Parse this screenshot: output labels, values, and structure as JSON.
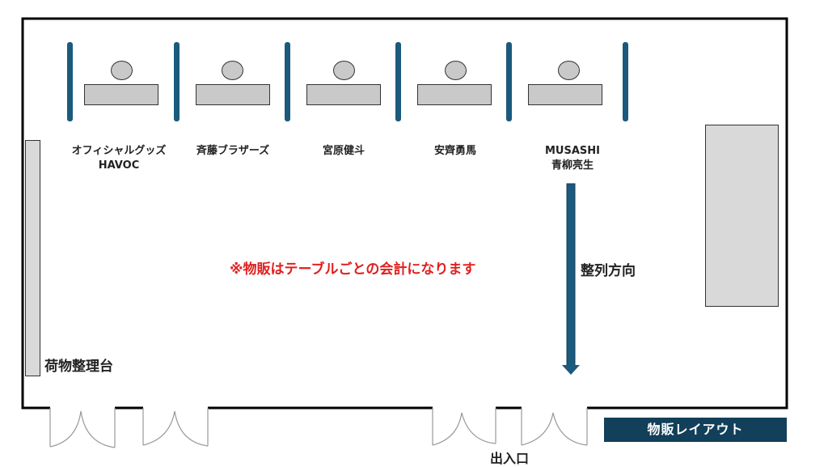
{
  "booths": [
    {
      "label": "オフィシャルグッズ",
      "sub": "HAVOC"
    },
    {
      "label": "斉藤ブラザーズ",
      "sub": ""
    },
    {
      "label": "宮原健斗",
      "sub": ""
    },
    {
      "label": "安齊勇馬",
      "sub": ""
    },
    {
      "label": "MUSASHI",
      "sub": "青柳亮生"
    }
  ],
  "notice": "※物販はテーブルごとの会計になります",
  "queue_direction": "整列方向",
  "luggage_table": "荷物整理台",
  "entrance": "出入口",
  "title": "物販レイアウト",
  "colors": {
    "divider": "#1b5a7c",
    "title_bg": "#123f5a",
    "notice": "#e02020"
  }
}
